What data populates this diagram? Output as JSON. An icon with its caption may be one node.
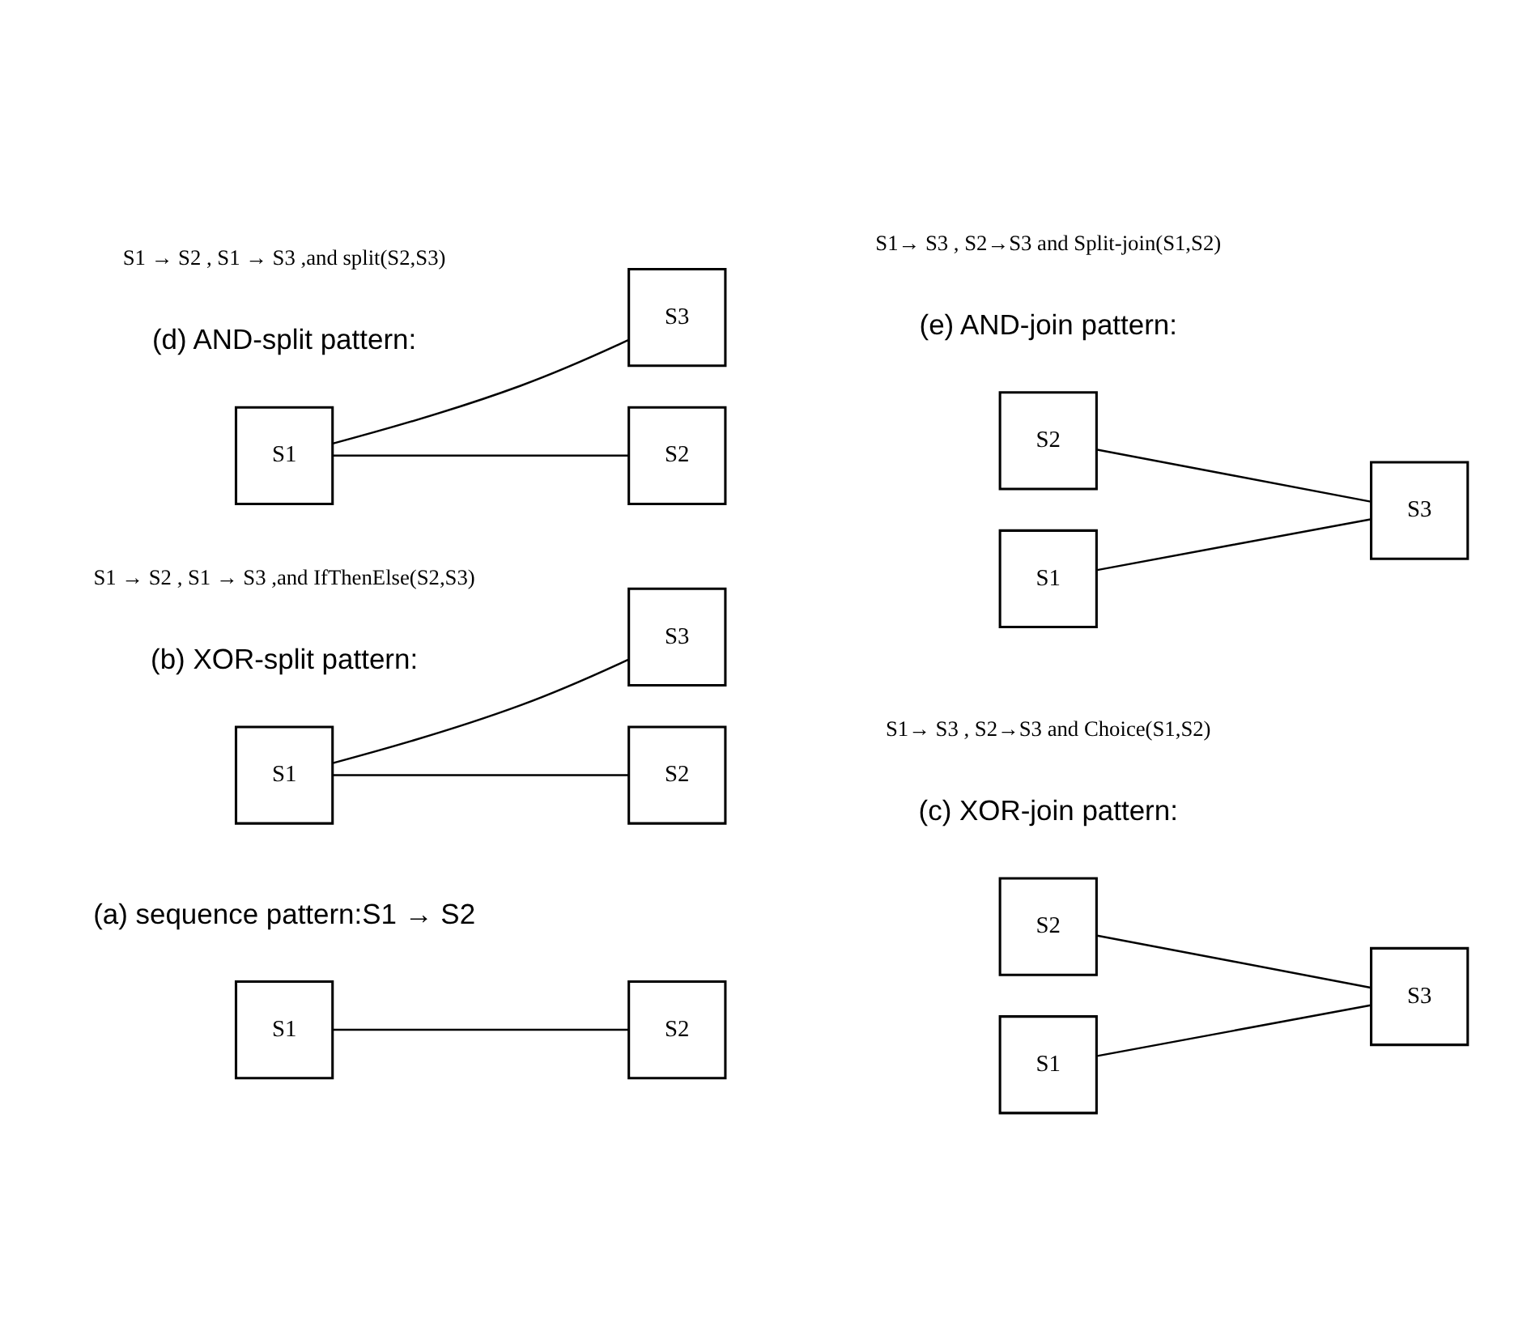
{
  "diagram": {
    "nodes": [
      {
        "text": [
          "S1"
        ]
      },
      {
        "text": [
          "S2"
        ]
      },
      {
        "text": [
          "S1"
        ]
      },
      {
        "text": [
          "S2"
        ]
      },
      {
        "text": [
          "S3"
        ]
      },
      {
        "text": [
          "S1"
        ]
      },
      {
        "text": [
          "S2"
        ]
      },
      {
        "text": [
          "S3"
        ]
      },
      {
        "text": [
          "S1"
        ]
      },
      {
        "text": [
          "S2"
        ]
      },
      {
        "text": [
          "S3"
        ]
      },
      {
        "text": [
          "S1"
        ]
      },
      {
        "text": [
          "S2"
        ]
      },
      {
        "text": [
          "S3"
        ]
      }
    ],
    "edges": [
      {
        "from": 0,
        "to": 1,
        "arrow": "none"
      },
      {
        "from": 2,
        "to": 3,
        "arrow": "none"
      },
      {
        "from": 2,
        "to": 4,
        "arrow": "none"
      },
      {
        "from": 5,
        "to": 7,
        "arrow": "none"
      },
      {
        "from": 6,
        "to": 7,
        "arrow": "none"
      },
      {
        "from": 8,
        "to": 9,
        "arrow": "none"
      },
      {
        "from": 8,
        "to": 10,
        "arrow": "none"
      },
      {
        "from": 11,
        "to": 13,
        "arrow": "none"
      },
      {
        "from": 12,
        "to": 13,
        "arrow": "none"
      }
    ],
    "labels": [
      "(a) sequence pattern:S1 → S2",
      "(b) XOR-split pattern:",
      "S1 → S2 , S1 → S3 ,and IfThenElse(S2,S3)",
      "(c) XOR-join pattern:",
      "S1→ S3 , S2→S3 and Choice(S1,S2)",
      "(d) AND-split pattern:",
      "S1 → S2 , S1 → S3 ,and split(S2,S3)",
      "(e) AND-join pattern:",
      "S1→ S3 , S2→S3 and Split-join(S1,S2)"
    ]
  }
}
